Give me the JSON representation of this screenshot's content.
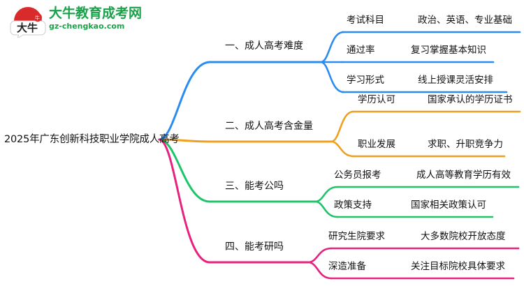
{
  "logo": {
    "mark_text": "大牛",
    "brand_cn": "大牛教育成考网",
    "brand_url": "gz-chengkao.com",
    "brand_color": "#1aa14a",
    "mark_color": "#d92b2b"
  },
  "root": {
    "label": "2025年广东创新科技职业学院成人高考"
  },
  "colors": {
    "branch1": "#2b8cf0",
    "branch2": "#f0a020",
    "branch3": "#1ec46a",
    "branch4": "#e8217f"
  },
  "branches": [
    {
      "id": "branch1",
      "title": "一、成人高考难度",
      "color": "#2b8cf0",
      "items": [
        {
          "key": "考试科目",
          "value": "政治、英语、专业基础"
        },
        {
          "key": "通过率",
          "value": "复习掌握基本知识"
        },
        {
          "key": "学习形式",
          "value": "线上授课灵活安排"
        }
      ]
    },
    {
      "id": "branch2",
      "title": "二、成人高考含金量",
      "color": "#f0a020",
      "items": [
        {
          "key": "学历认可",
          "value": "国家承认的学历证书"
        },
        {
          "key": "职业发展",
          "value": "求职、升职竞争力"
        }
      ]
    },
    {
      "id": "branch3",
      "title": "三、能考公吗",
      "color": "#1ec46a",
      "items": [
        {
          "key": "公务员报考",
          "value": "成人高等教育学历有效"
        },
        {
          "key": "政策支持",
          "value": "国家相关政策认可"
        }
      ]
    },
    {
      "id": "branch4",
      "title": "四、能考研吗",
      "color": "#e8217f",
      "items": [
        {
          "key": "研究生院要求",
          "value": "大多数院校开放态度"
        },
        {
          "key": "深造准备",
          "value": "关注目标院校具体要求"
        }
      ]
    }
  ],
  "chart_data": {
    "type": "diagram",
    "diagram_type": "mindmap",
    "orientation": "left-to-right",
    "root": "2025年广东创新科技职业学院成人高考",
    "nodes": [
      {
        "level1": "一、成人高考难度",
        "color": "#2b8cf0",
        "children": [
          [
            "考试科目",
            "政治、英语、专业基础"
          ],
          [
            "通过率",
            "复习掌握基本知识"
          ],
          [
            "学习形式",
            "线上授课灵活安排"
          ]
        ]
      },
      {
        "level1": "二、成人高考含金量",
        "color": "#f0a020",
        "children": [
          [
            "学历认可",
            "国家承认的学历证书"
          ],
          [
            "职业发展",
            "求职、升职竞争力"
          ]
        ]
      },
      {
        "level1": "三、能考公吗",
        "color": "#1ec46a",
        "children": [
          [
            "公务员报考",
            "成人高等教育学历有效"
          ],
          [
            "政策支持",
            "国家相关政策认可"
          ]
        ]
      },
      {
        "level1": "四、能考研吗",
        "color": "#e8217f",
        "children": [
          [
            "研究生院要求",
            "大多数院校开放态度"
          ],
          [
            "深造准备",
            "关注目标院校具体要求"
          ]
        ]
      }
    ]
  }
}
